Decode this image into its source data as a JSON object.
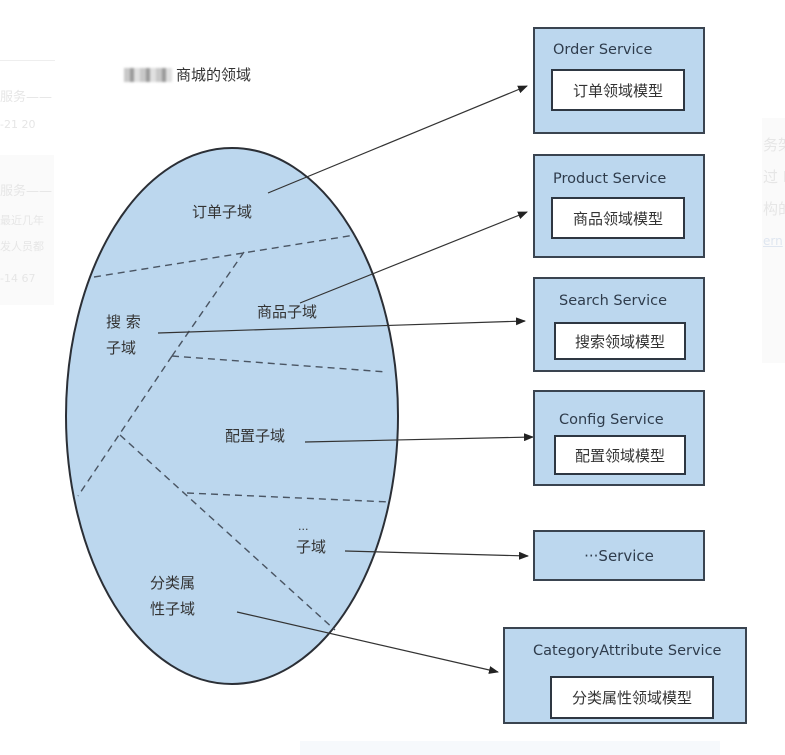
{
  "background_page": {
    "left_fragments": [
      "服务——",
      "-21    20",
      "服务——",
      "最近几年",
      "发人员都",
      "-14    67"
    ],
    "right_fragments": [
      "务架",
      "过 D",
      "构的",
      "ern"
    ]
  },
  "diagram": {
    "title": "商城的领域",
    "colors": {
      "domain_fill": "#bcd7ee",
      "domain_stroke": "#2b2f36",
      "box_fill": "#bcd7ee",
      "box_border": "#3a4450",
      "arrow": "#222222"
    },
    "subdomains": [
      {
        "id": "order",
        "label": "订单子域"
      },
      {
        "id": "product",
        "label": "商品子域"
      },
      {
        "id": "search",
        "label_lines": [
          "搜 索",
          "子域"
        ]
      },
      {
        "id": "config",
        "label": "配置子域"
      },
      {
        "id": "more",
        "label_lines": [
          "...",
          "子域"
        ]
      },
      {
        "id": "category",
        "label_lines": [
          "分类属",
          "性子域"
        ]
      }
    ],
    "services": [
      {
        "id": "order",
        "title": "Order Service",
        "model": "订单领域模型"
      },
      {
        "id": "product",
        "title": "Product Service",
        "model": "商品领域模型"
      },
      {
        "id": "search",
        "title": "Search Service",
        "model": "搜索领域模型"
      },
      {
        "id": "config",
        "title": "Config Service",
        "model": "配置领域模型"
      },
      {
        "id": "more",
        "title": "···Service"
      },
      {
        "id": "category",
        "title": "CategoryAttribute Service",
        "model": "分类属性领域模型"
      }
    ]
  }
}
